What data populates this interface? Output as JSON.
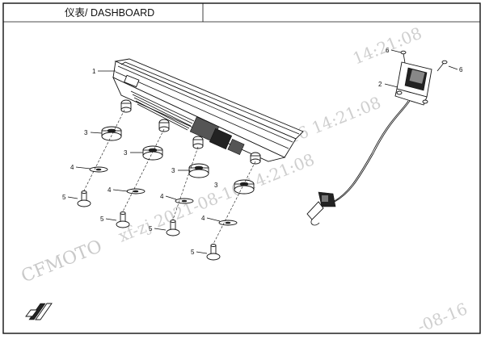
{
  "header": {
    "title": "仪表/ DASHBOARD"
  },
  "callouts": {
    "c1": "1",
    "c2": "2",
    "c3a": "3",
    "c3b": "3",
    "c3c": "3",
    "c3d": "3",
    "c4a": "4",
    "c4b": "4",
    "c4c": "4",
    "c4d": "4",
    "c5a": "5",
    "c5b": "5",
    "c5c": "5",
    "c5d": "5",
    "c6a": "6",
    "c6b": "6"
  },
  "watermark": {
    "brand": "CFMOTO",
    "stamp_center": "xf-zj 2021-08-16 14:21:08",
    "stamp_top": "14:21:08",
    "stamp_mid": "08-16  14:21:08",
    "stamp_bottom": "-08-16"
  },
  "icons": {
    "logo": "cfmoto-logo-icon"
  }
}
